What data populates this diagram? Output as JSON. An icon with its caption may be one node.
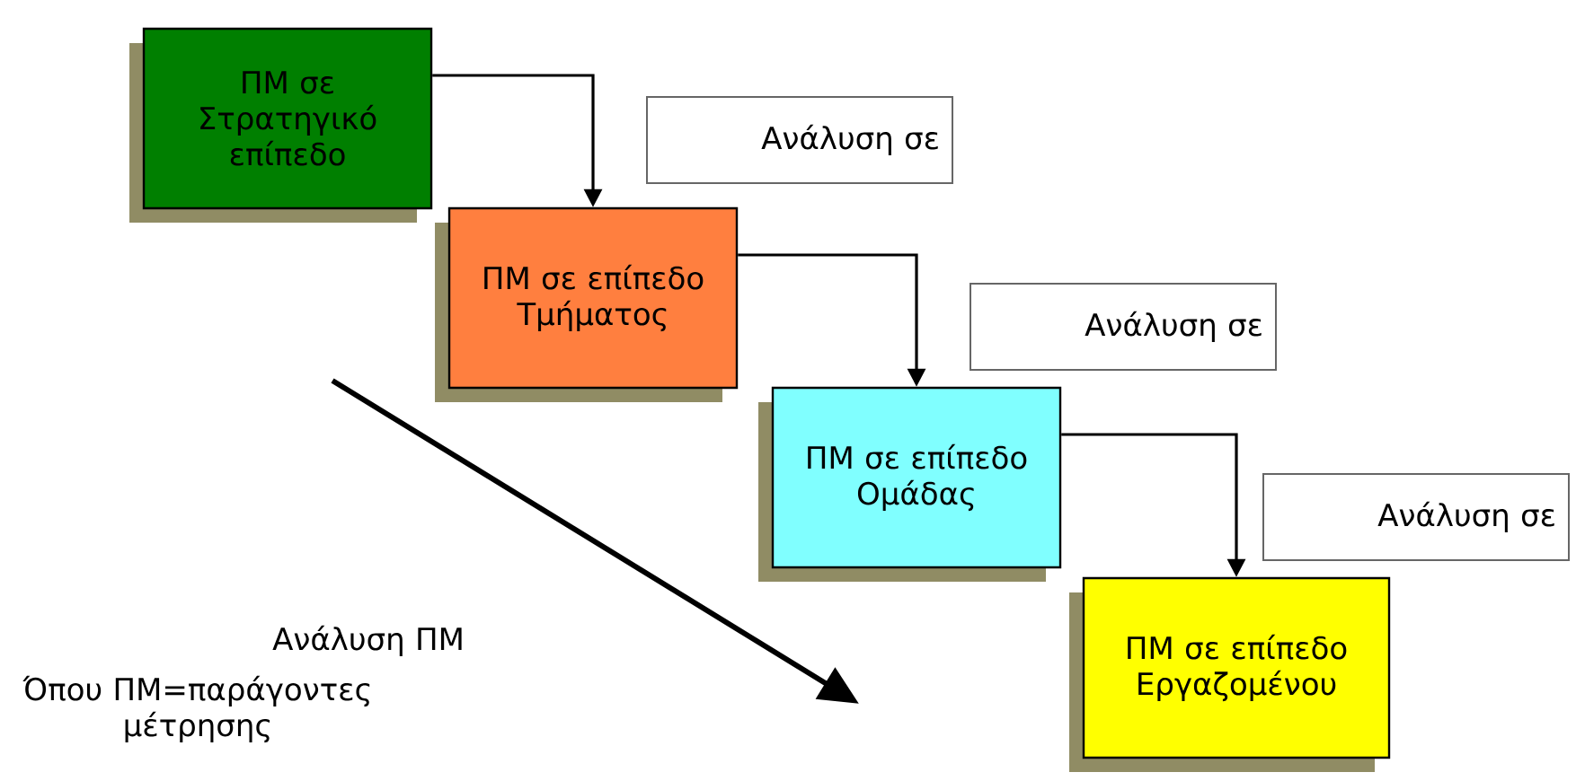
{
  "diagram": {
    "nodes": [
      {
        "text": [
          "ΠΜ σε Στρατηγικό επίπεδο"
        ]
      },
      {
        "text": [
          "ΠΜ σε επίπεδο Τμήματος"
        ]
      },
      {
        "text": [
          "ΠΜ σε επίπεδο Ομάδας"
        ]
      },
      {
        "text": [
          "ΠΜ σε επίπεδο Εργαζομένου"
        ]
      },
      {
        "text": [
          "Ανάλυση σε"
        ]
      },
      {
        "text": [
          "Ανάλυση σε"
        ]
      },
      {
        "text": [
          "Ανάλυση σε"
        ]
      }
    ],
    "edges": [
      {
        "from": 0,
        "to": 1,
        "arrow": "to"
      },
      {
        "from": 1,
        "to": 2,
        "arrow": "to"
      },
      {
        "from": 2,
        "to": 3,
        "arrow": "to"
      }
    ],
    "labels": [
      "Ανάλυση ΠΜ",
      "Όπου ΠΜ=παράγοντες μέτρησης"
    ]
  }
}
